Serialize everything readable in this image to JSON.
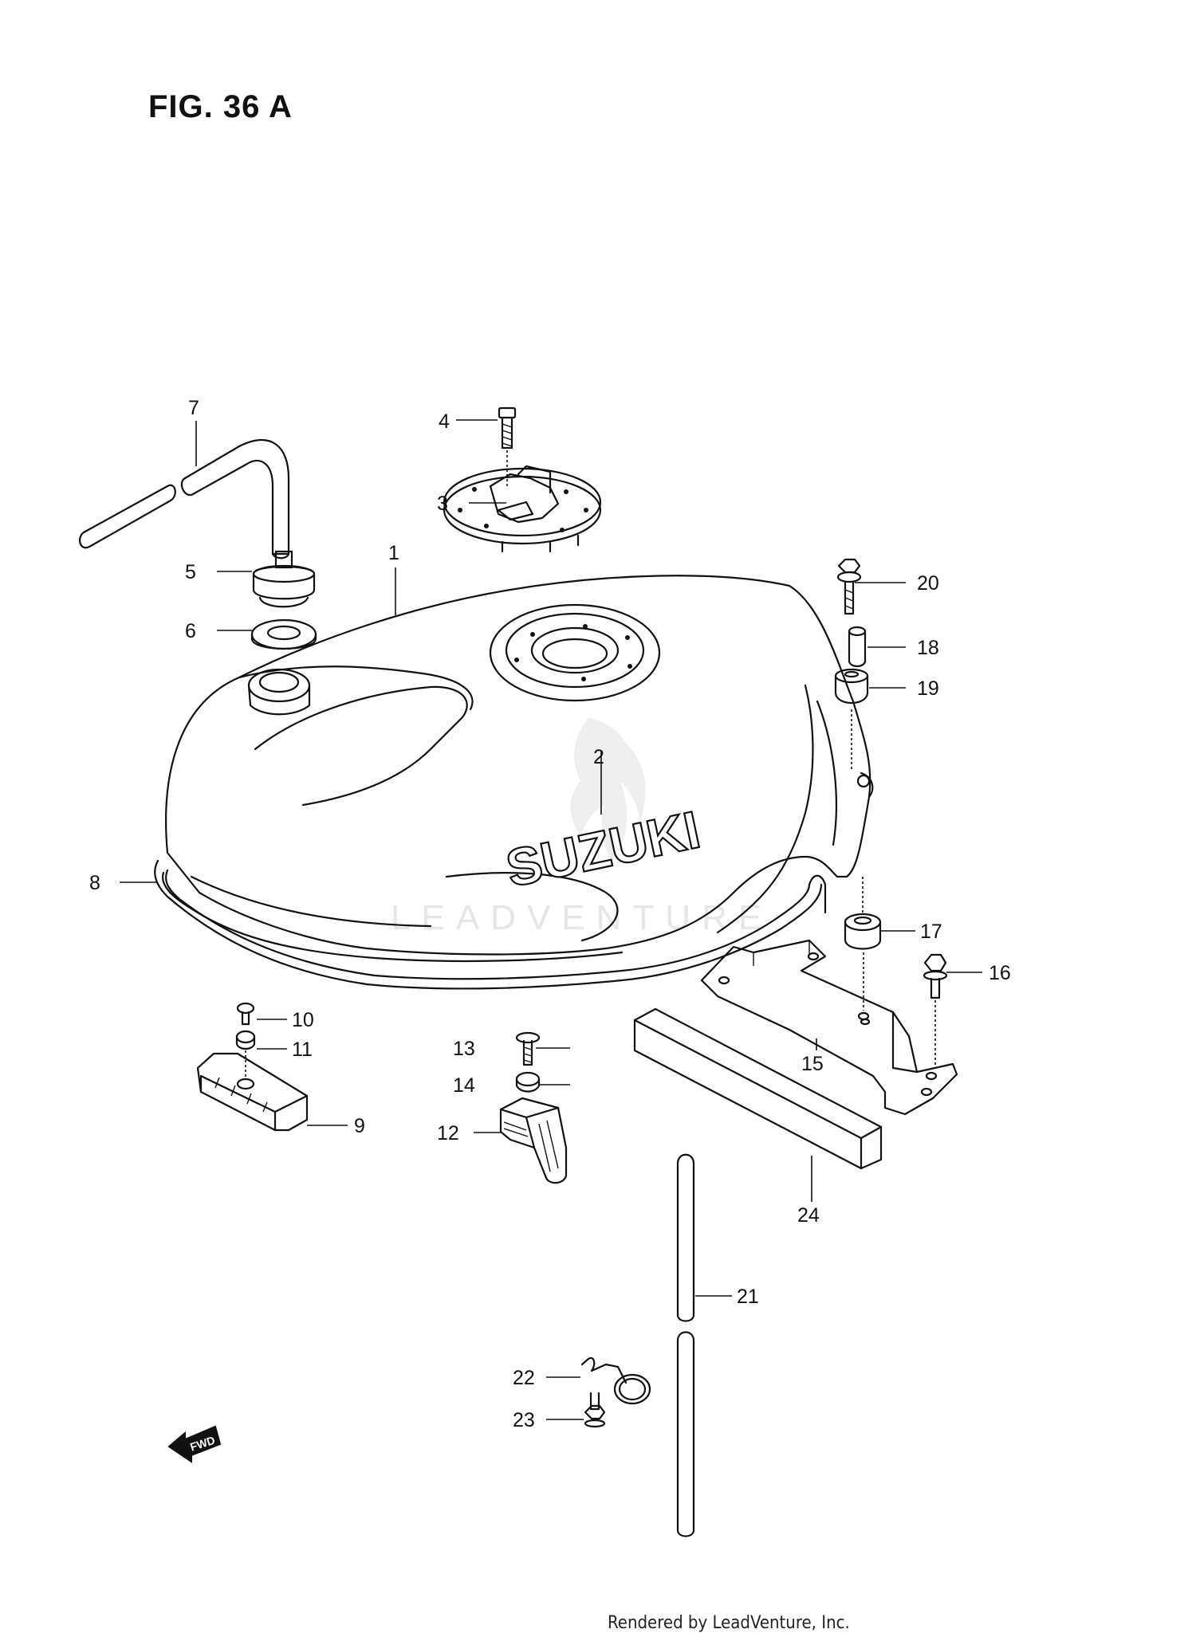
{
  "figure": {
    "title": "FIG. 36 A",
    "brand_text": "SUZUKI",
    "watermark_text": "LEADVENTURE",
    "fwd_label": "FWD",
    "footer": "Rendered by LeadVenture, Inc."
  },
  "callouts": {
    "c1": "1",
    "c2": "2",
    "c3": "3",
    "c4": "4",
    "c5": "5",
    "c6": "6",
    "c7": "7",
    "c8": "8",
    "c9": "9",
    "c10": "10",
    "c11": "11",
    "c12": "12",
    "c13": "13",
    "c14": "14",
    "c15": "15",
    "c16": "16",
    "c17": "17",
    "c18": "18",
    "c19": "19",
    "c20": "20",
    "c21": "21",
    "c22": "22",
    "c23": "23",
    "c24": "24"
  }
}
